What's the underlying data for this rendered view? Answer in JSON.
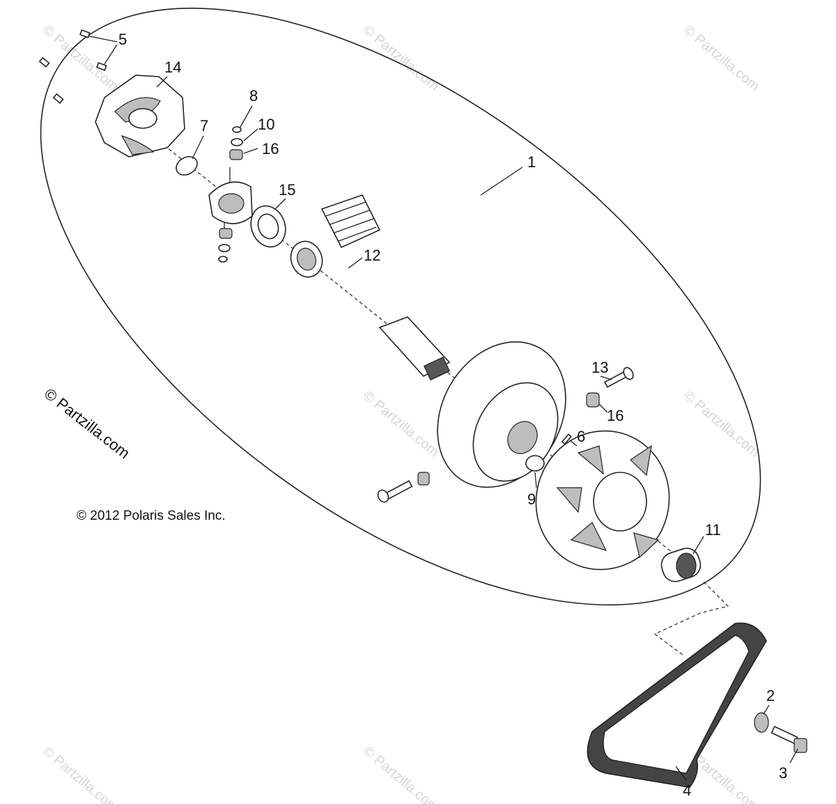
{
  "watermark_text": "© Partzilla.com",
  "brand_text": "© Partzilla.com",
  "copyright_text": "© 2012 Polaris Sales Inc.",
  "callouts": {
    "c1": "1",
    "c2": "2",
    "c3": "3",
    "c4": "4",
    "c5": "5",
    "c6": "6",
    "c7": "7",
    "c8": "8",
    "c9": "9",
    "c10": "10",
    "c11": "11",
    "c12": "12",
    "c13": "13",
    "c14": "14",
    "c15": "15",
    "c16a": "16",
    "c16b": "16"
  }
}
